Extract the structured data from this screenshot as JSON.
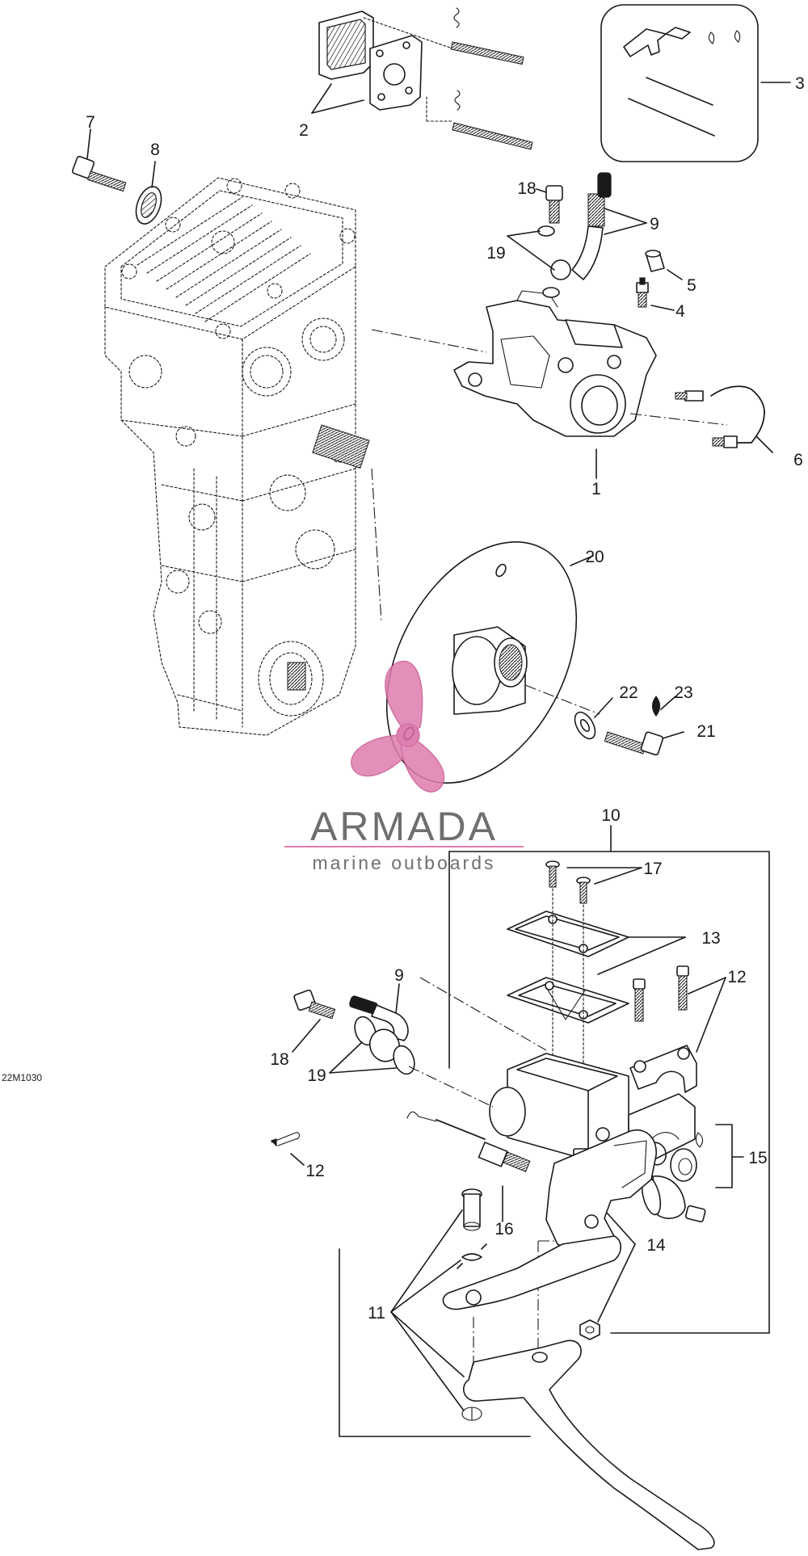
{
  "diagram_code": "22M1030",
  "watermark": {
    "brand": "ARMADA",
    "tagline": "marine outboards",
    "logo_icon": "propeller-icon",
    "accent_color": "#e07cae",
    "text_color": "#6f6f6f"
  },
  "callouts": {
    "c1": "1",
    "c2": "2",
    "c3": "3",
    "c4": "4",
    "c5": "5",
    "c6": "6",
    "c7": "7",
    "c8": "8",
    "c9a": "9",
    "c9b": "9",
    "c10": "10",
    "c11": "11",
    "c12a": "12",
    "c12b": "12",
    "c13": "13",
    "c14": "14",
    "c15": "15",
    "c16": "16",
    "c17": "17",
    "c18a": "18",
    "c18b": "18",
    "c19a": "19",
    "c19b": "19",
    "c20": "20",
    "c21": "21",
    "c22": "22",
    "c23": "23"
  },
  "part_icons": {
    "gearbox": "gearbox-housing-icon",
    "caliper": "brake-caliper-icon",
    "disc": "brake-disc-icon",
    "master_cylinder": "master-cylinder-icon",
    "lever": "brake-lever-icon",
    "oil_drop": "oil-drop-icon"
  }
}
